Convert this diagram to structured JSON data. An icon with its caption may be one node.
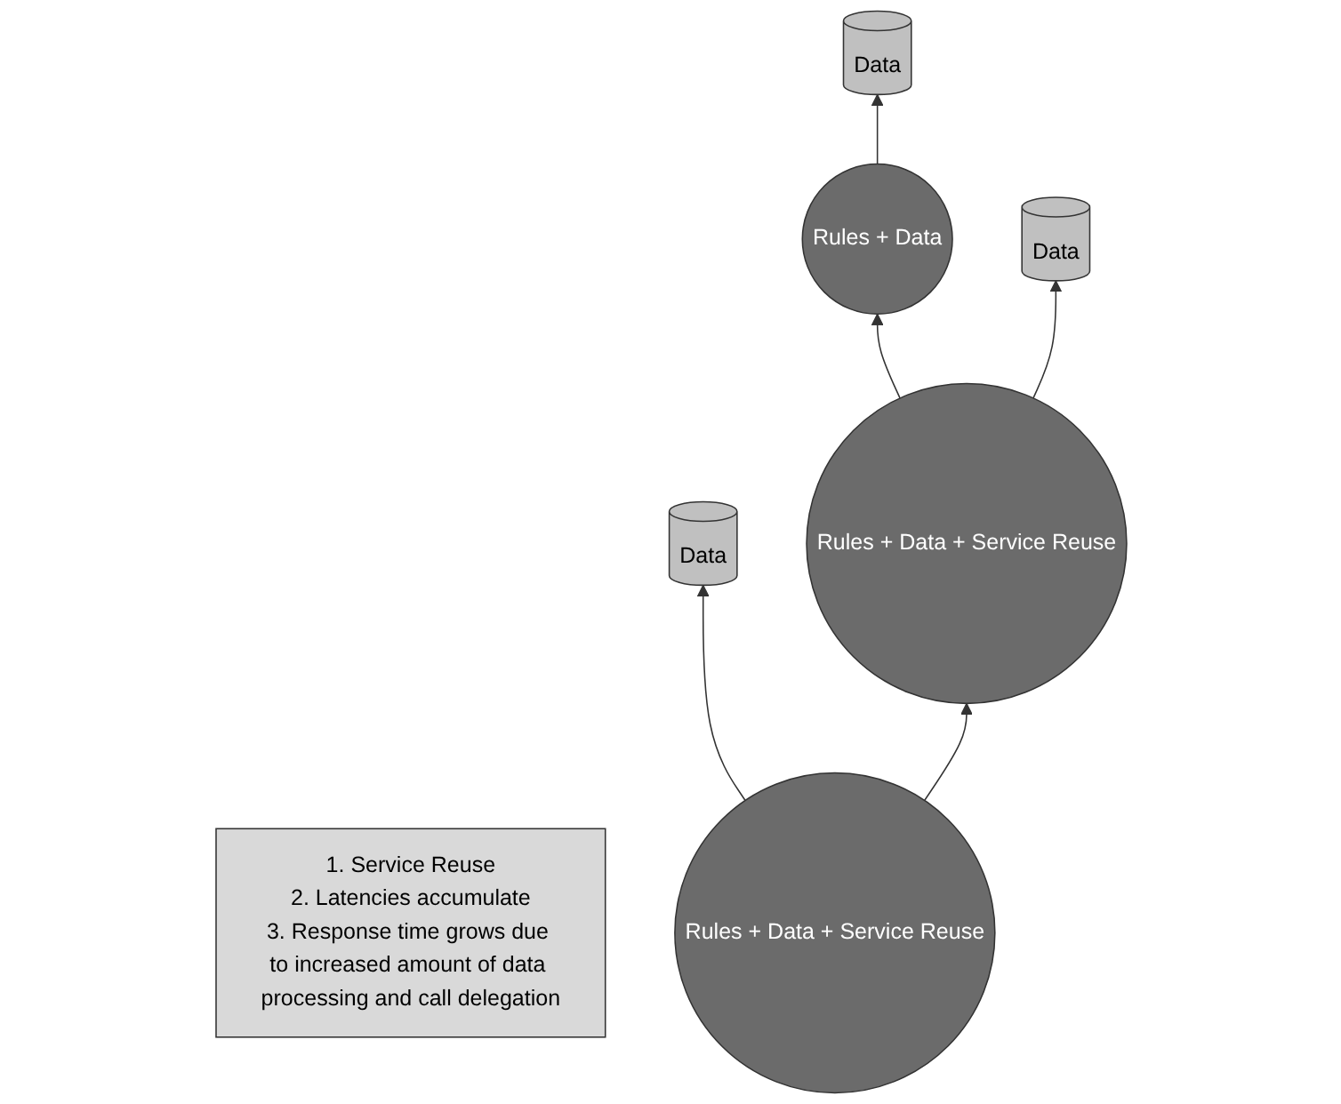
{
  "diagram": {
    "nodes": [
      {
        "text": [
          "1. Service Reuse",
          "2. Latencies accumulate",
          "3. Response time grows due to increased amount of data processing and call delegation"
        ]
      },
      {
        "text": [
          "Rules + Data"
        ]
      },
      {
        "text": [
          "Data"
        ]
      },
      {
        "text": [
          "Data"
        ]
      },
      {
        "text": [
          "Data"
        ]
      },
      {
        "text": [
          "Rules + Data + Service Reuse"
        ]
      },
      {
        "text": [
          "Rules + Data + Service Reuse"
        ]
      }
    ],
    "edges": [
      {
        "from": 1,
        "to": 2,
        "arrow": "to"
      },
      {
        "from": 5,
        "to": 3,
        "arrow": "to"
      },
      {
        "from": 5,
        "to": 6,
        "arrow": "to"
      },
      {
        "from": 6,
        "to": 1,
        "arrow": "to"
      },
      {
        "from": 6,
        "to": 4,
        "arrow": "to"
      }
    ]
  }
}
